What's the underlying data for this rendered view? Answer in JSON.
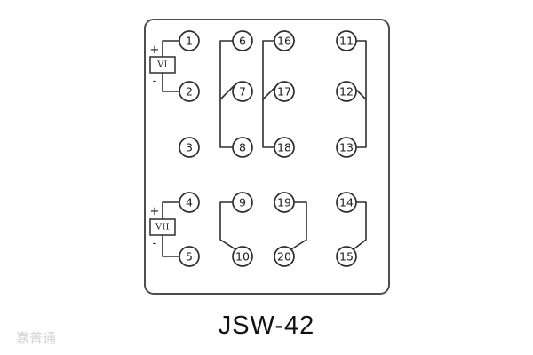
{
  "title": "JSW-42",
  "watermark": "嘉普通",
  "colors": {
    "line": "#2e2e2e",
    "background": "#ffffff",
    "watermark": "#c9c9c9"
  },
  "panel": {
    "terminals": {
      "t1": "1",
      "t2": "2",
      "t3": "3",
      "t4": "4",
      "t5": "5",
      "t6": "6",
      "t7": "7",
      "t8": "8",
      "t9": "9",
      "t10": "10",
      "t11": "11",
      "t12": "12",
      "t13": "13",
      "t14": "14",
      "t15": "15",
      "t16": "16",
      "t17": "17",
      "t18": "18",
      "t19": "19",
      "t20": "20"
    },
    "coils": {
      "c1": {
        "label": "VI",
        "plus": "+",
        "minus": "-"
      },
      "c2": {
        "label": "VII",
        "plus": "+",
        "minus": "-"
      }
    }
  }
}
